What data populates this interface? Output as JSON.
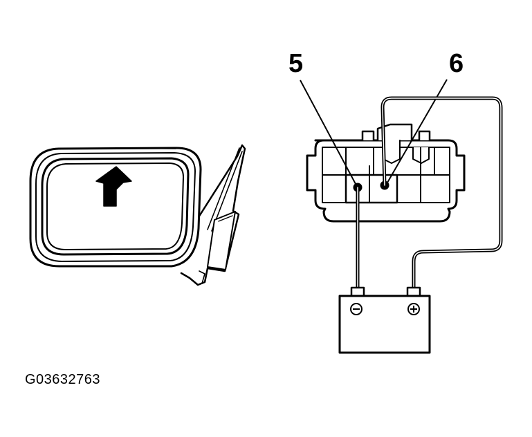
{
  "callouts": {
    "pin_5": "5",
    "pin_6": "6"
  },
  "battery": {
    "negative_symbol": "⊖",
    "positive_symbol": "⊕"
  },
  "figure_id": "G03632763",
  "colors": {
    "ink": "#000000",
    "paper": "#ffffff"
  }
}
